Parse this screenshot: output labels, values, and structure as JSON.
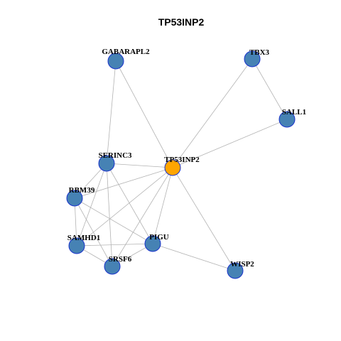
{
  "title": "TP53INP2",
  "colors": {
    "hub": "#FFA500",
    "node": "#4682B4",
    "node_border": "#1a33cc",
    "edge": "#b3b3b3"
  },
  "nodes": [
    {
      "id": "TP53INP2",
      "label": "TP53INP2",
      "hub": true
    },
    {
      "id": "GABARAPL2",
      "label": "GABARAPL2"
    },
    {
      "id": "TBX3",
      "label": "TBX3"
    },
    {
      "id": "SALL1",
      "label": "SALL1"
    },
    {
      "id": "SERINC3",
      "label": "SERINC3"
    },
    {
      "id": "RBM39",
      "label": "RBM39"
    },
    {
      "id": "SAMHD1",
      "label": "SAMHD1"
    },
    {
      "id": "PIGU",
      "label": "PIGU"
    },
    {
      "id": "SRSF6",
      "label": "SRSF6"
    },
    {
      "id": "WISP2",
      "label": "WISP2"
    }
  ],
  "edges": [
    [
      "TP53INP2",
      "GABARAPL2"
    ],
    [
      "TP53INP2",
      "TBX3"
    ],
    [
      "TP53INP2",
      "SALL1"
    ],
    [
      "TP53INP2",
      "SERINC3"
    ],
    [
      "TP53INP2",
      "RBM39"
    ],
    [
      "TP53INP2",
      "SAMHD1"
    ],
    [
      "TP53INP2",
      "PIGU"
    ],
    [
      "TP53INP2",
      "SRSF6"
    ],
    [
      "TP53INP2",
      "WISP2"
    ],
    [
      "TBX3",
      "SALL1"
    ],
    [
      "GABARAPL2",
      "SERINC3"
    ],
    [
      "SERINC3",
      "RBM39"
    ],
    [
      "SERINC3",
      "SAMHD1"
    ],
    [
      "SERINC3",
      "PIGU"
    ],
    [
      "SERINC3",
      "SRSF6"
    ],
    [
      "RBM39",
      "SAMHD1"
    ],
    [
      "RBM39",
      "PIGU"
    ],
    [
      "RBM39",
      "SRSF6"
    ],
    [
      "SAMHD1",
      "PIGU"
    ],
    [
      "SAMHD1",
      "SRSF6"
    ],
    [
      "PIGU",
      "SRSF6"
    ],
    [
      "PIGU",
      "WISP2"
    ]
  ]
}
